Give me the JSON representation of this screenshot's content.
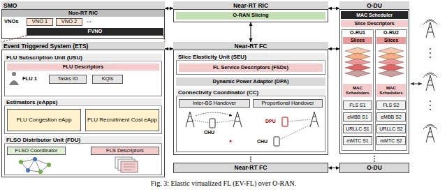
{
  "diagram": {
    "caption": "Fig. 3: Elastic virtualized FL (EV-FL) over O-RAN.",
    "nodes": [
      {
        "text": [
          "SMO"
        ]
      },
      {
        "text": [
          "Non-RT RIC"
        ],
        "in": 0
      },
      {
        "text": [
          "VNO 1"
        ],
        "in": 0
      },
      {
        "text": [
          "VNO 2"
        ],
        "in": 0
      },
      {
        "text": [
          "FVNO"
        ],
        "in": 0
      },
      {
        "text": [
          "Near-RT RIC"
        ]
      },
      {
        "text": [
          "O-RAN Slicing"
        ],
        "in": 5
      },
      {
        "text": [
          "O-DU"
        ]
      },
      {
        "text": [
          "MAC Scheduler"
        ],
        "in": 7
      },
      {
        "text": [
          "Slice Descriptors"
        ],
        "in": 7
      },
      {
        "text": [
          "O-RU1"
        ],
        "in": 7
      },
      {
        "text": [
          "Slices"
        ],
        "in": 10
      },
      {
        "text": [
          "MAC Schedulers"
        ],
        "in": 10
      },
      {
        "text": [
          "FLS S1"
        ],
        "in": 10
      },
      {
        "text": [
          "eMBB S1"
        ],
        "in": 10
      },
      {
        "text": [
          "URLLC S1"
        ],
        "in": 10
      },
      {
        "text": [
          "mMTC S1"
        ],
        "in": 10
      },
      {
        "text": [
          "O-RU2"
        ],
        "in": 7
      },
      {
        "text": [
          "Slices"
        ],
        "in": 17
      },
      {
        "text": [
          "MAC Schedulers"
        ],
        "in": 17
      },
      {
        "text": [
          "FLS S2"
        ],
        "in": 17
      },
      {
        "text": [
          "eMBB S2"
        ],
        "in": 17
      },
      {
        "text": [
          "URLLC S2"
        ],
        "in": 17
      },
      {
        "text": [
          "mMTC S2"
        ],
        "in": 17
      },
      {
        "text": [
          "Event Triggered System (ETS)"
        ]
      },
      {
        "text": [
          "FLU Subscription Unit (USU)"
        ],
        "in": 24
      },
      {
        "text": [
          "FLU Descriptors"
        ],
        "in": 25
      },
      {
        "text": [
          "Tasks ID"
        ],
        "in": 25
      },
      {
        "text": [
          "KQIs"
        ],
        "in": 25
      },
      {
        "text": [
          "Estimators (eApps)"
        ],
        "in": 24
      },
      {
        "text": [
          "FLU Congestion eApp"
        ],
        "in": 29
      },
      {
        "text": [
          "FLU Recruitment Cost eApp"
        ],
        "in": 29
      },
      {
        "text": [
          "FLSO Distributor Unit (FDU)"
        ],
        "in": 24
      },
      {
        "text": [
          "FLSO Coordinator"
        ],
        "in": 32
      },
      {
        "text": [
          "FLS Descriptors"
        ],
        "in": 32
      },
      {
        "text": [
          "Near-RT FC"
        ]
      },
      {
        "text": [
          "Slice Elasticity Unit (SEU)"
        ],
        "in": 35
      },
      {
        "text": [
          "FL Service Descriptors (FSDs)"
        ],
        "in": 36
      },
      {
        "text": [
          "Dynamic Power Adaptor (DPA)"
        ],
        "in": 35
      },
      {
        "text": [
          "Connectivity Coordinator (CC)"
        ],
        "in": 35
      },
      {
        "text": [
          "Inter-BS Handover"
        ],
        "in": 39
      },
      {
        "text": [
          "Proportional Handover"
        ],
        "in": 39
      },
      {
        "text": [
          "Near-RT FC"
        ]
      },
      {
        "text": [
          "O-DU"
        ]
      }
    ],
    "edges": [
      {
        "from": 0,
        "to": 5,
        "arrow": "both"
      },
      {
        "from": 5,
        "to": 7,
        "arrow": "both"
      },
      {
        "from": 5,
        "to": 35,
        "arrow": "both"
      },
      {
        "from": 24,
        "to": 35,
        "arrow": "both"
      },
      {
        "from": 35,
        "to": 7,
        "arrow": "both"
      },
      {
        "from": 42,
        "to": 43,
        "arrow": "both"
      }
    ],
    "labels": [
      "VNOs",
      "...",
      "FLU 1",
      "CHU",
      "CHU",
      "DPU"
    ]
  }
}
